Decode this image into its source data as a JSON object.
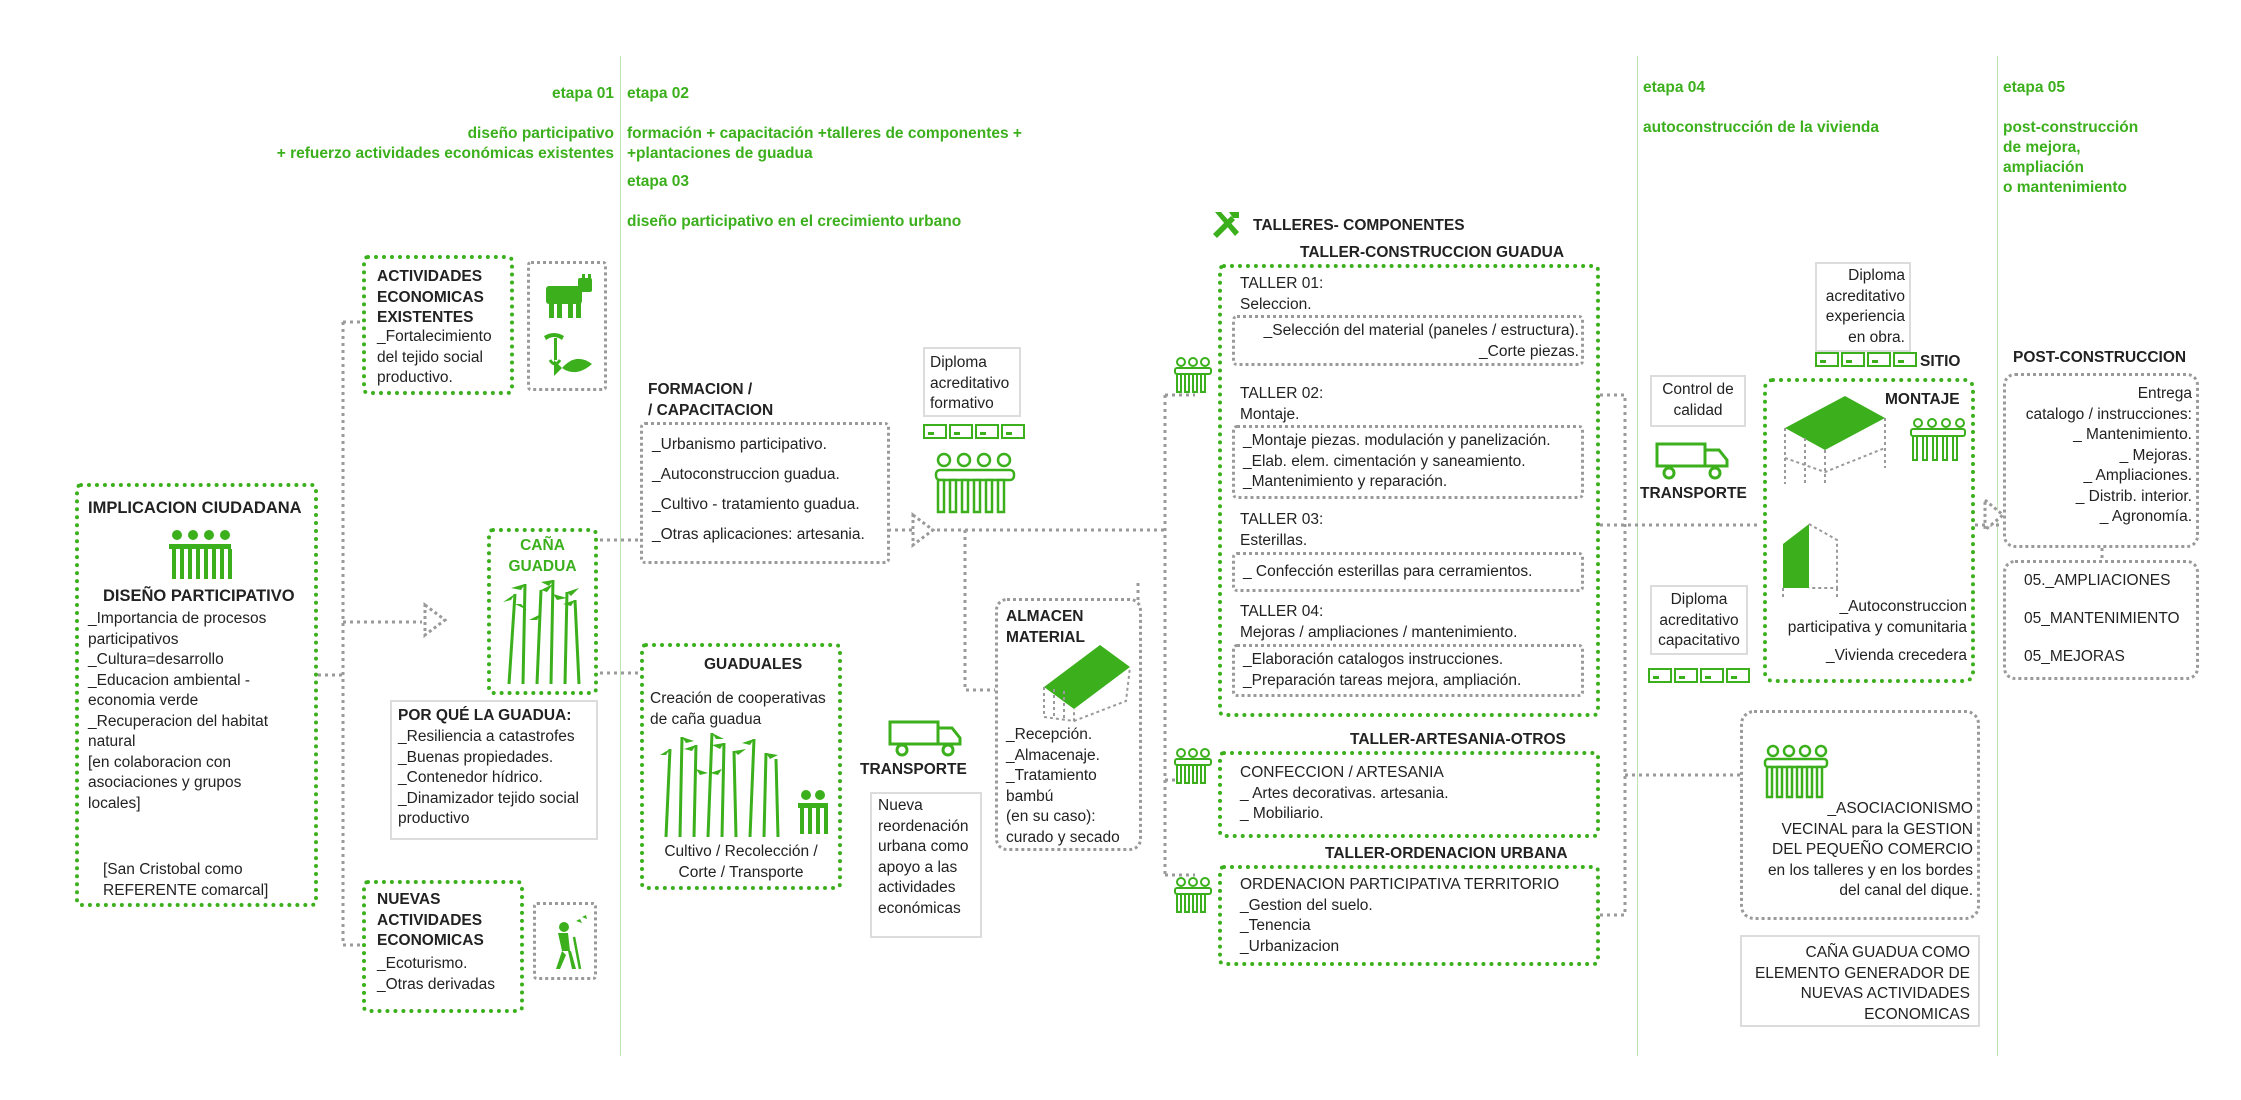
{
  "stages": {
    "s1": {
      "num": "etapa 01",
      "lines": "diseño participativo\n+ refuerzo actividades económicas existentes"
    },
    "s2": {
      "num": "etapa 02",
      "lines": "formación + capacitación +talleres de componentes +\n+plantaciones de guadua"
    },
    "s3": {
      "num": "etapa 03",
      "lines": "diseño participativo en el crecimiento urbano"
    },
    "s4": {
      "num": "etapa 04",
      "lines": "autoconstrucción de la vivienda"
    },
    "s5": {
      "num": "etapa 05",
      "lines": "post-construcción\nde mejora,\nampliación\no mantenimiento"
    }
  },
  "implicacion": {
    "title": "IMPLICACION CIUDADANA",
    "subtitle": "DISEÑO PARTICIPATIVO",
    "body": "_Importancia de procesos\nparticipativos\n_Cultura=desarrollo\n_Educacion ambiental -\neconomia verde\n_Recuperacion del habitat\nnatural\n[en colaboracion con\nasociaciones y grupos\nlocales]",
    "footer": "[San Cristobal como\nREFERENTE comarcal]"
  },
  "actividades": {
    "title": "ACTIVIDADES\nECONOMICAS\nEXISTENTES",
    "body": "_Fortalecimiento\ndel tejido social\nproductivo."
  },
  "cana": {
    "title": "CAÑA\nGUADUA"
  },
  "porque": {
    "title": "POR QUÉ LA GUADUA:",
    "body": "_Resiliencia a catastrofes\n_Buenas propiedades.\n_Contenedor hídrico.\n_Dinamizador tejido social\nproductivo"
  },
  "nuevas": {
    "title": "NUEVAS\nACTIVIDADES\nECONOMICAS",
    "body": "_Ecoturismo.\n_Otras derivadas"
  },
  "formacion": {
    "title": "FORMACION /\n/ CAPACITACION",
    "items": [
      "_Urbanismo participativo.",
      "_Autoconstruccion guadua.",
      "_Cultivo - tratamiento guadua.",
      "_Otras aplicaciones: artesania."
    ]
  },
  "diploma1": {
    "text": "Diploma\nacreditativo\nformativo"
  },
  "guaduales": {
    "title": "GUADUALES",
    "body": "Creación de cooperativas\nde caña guadua",
    "footer": "Cultivo / Recolección /\nCorte / Transporte"
  },
  "transporte1": {
    "label": "TRANSPORTE"
  },
  "nueva": {
    "text": "Nueva\nreordenación\nurbana como\napoyo a las\nactividades\neconómicas"
  },
  "almacen": {
    "title": "ALMACEN\nMATERIAL",
    "body": "_Recepción.\n_Almacenaje.\n_Tratamiento\nbambú\n(en su caso):\ncurado y secado"
  },
  "talleres": {
    "header": "TALLERES- COMPONENTES",
    "construccion": {
      "title": "TALLER-CONSTRUCCION GUADUA",
      "t1": {
        "name": "TALLER 01:\nSeleccion.",
        "items": "_Selección del material (paneles / estructura).\n_Corte piezas."
      },
      "t2": {
        "name": "TALLER 02:\nMontaje.",
        "items": "_Montaje piezas. modulación y panelización.\n_Elab. elem. cimentación y saneamiento.\n_Mantenimiento y reparación."
      },
      "t3": {
        "name": "TALLER 03:\nEsterillas.",
        "items": "_ Confección esterillas para cerramientos."
      },
      "t4": {
        "name": "TALLER 04:\nMejoras / ampliaciones / mantenimiento.",
        "items": "_Elaboración catalogos instrucciones.\n_Preparación tareas mejora, ampliación."
      }
    },
    "artesania": {
      "title": "TALLER-ARTESANIA-OTROS",
      "body": "CONFECCION / ARTESANIA\n_ Artes decorativas. artesania.\n_ Mobiliario."
    },
    "ordenacion": {
      "title": "TALLER-ORDENACION URBANA",
      "body": "ORDENACION PARTICIPATIVA TERRITORIO\n_Gestion del suelo.\n_Tenencia\n_Urbanizacion"
    }
  },
  "control": {
    "text": "Control de\ncalidad"
  },
  "transporte2": {
    "label": "TRANSPORTE"
  },
  "diploma2": {
    "text": "Diploma\nacreditativo\ncapacitativo"
  },
  "diploma3": {
    "text": "Diploma\nacreditativo\nexperiencia\nen obra."
  },
  "sitio": {
    "label": "SITIO"
  },
  "montaje": {
    "title": "MONTAJE",
    "body1": "_Autoconstruccion\nparticipativa y comunitaria",
    "body2": "_Vivienda crecedera"
  },
  "asociacionismo": {
    "text": "_ASOCIACIONISMO\nVECINAL para la GESTION\nDEL PEQUEÑO COMERCIO\nen los talleres y en los bordes\ndel canal del dique."
  },
  "cana_generador": {
    "text": "CAÑA GUADUA COMO\nELEMENTO GENERADOR DE\nNUEVAS ACTIVIDADES\nECONOMICAS"
  },
  "post": {
    "title": "POST-CONSTRUCCION",
    "body": "Entrega\ncatalogo / instrucciones:\n_ Mantenimiento.\n_ Mejoras.\n_ Ampliaciones.\n_ Distrib. interior.\n_ Agronomía.",
    "items": [
      "05._AMPLIACIONES",
      "05_MANTENIMIENTO",
      "05_MEJORAS"
    ]
  },
  "colors": {
    "green": "#3bb01c",
    "gray": "#9a9a9a"
  }
}
